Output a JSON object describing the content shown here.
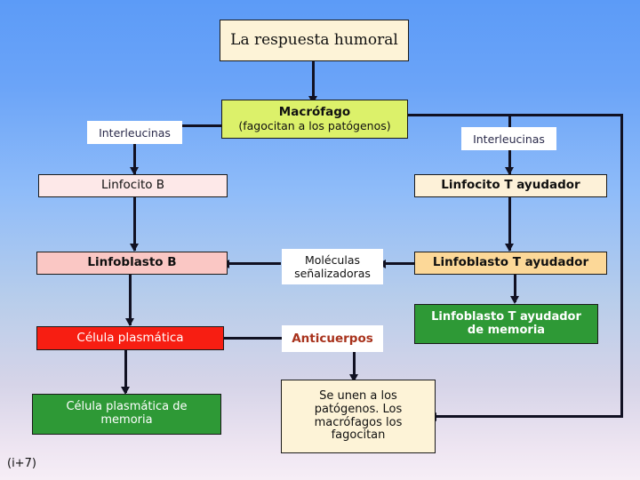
{
  "slide": {
    "title_box": {
      "label": "La respuesta humoral",
      "bg": "#fdf3d7",
      "border": "#1a1a1a",
      "text_color": "#101010"
    },
    "corner_note": "(i+7)",
    "background": {
      "top_color": "#5c9bf7",
      "bottom_color": "#f6eef6"
    },
    "nodes": [
      {
        "id": "macrofago",
        "line1": "Macrófago",
        "line2": "(fagocitan a los patógenos)",
        "bg": "#dcf16a",
        "text_color": "#101010"
      },
      {
        "id": "interleucinas-left",
        "label": "Interleucinas",
        "bg": "#ffffff",
        "text_color": "#2a2a4a"
      },
      {
        "id": "interleucinas-right",
        "label": "Interleucinas",
        "bg": "#ffffff",
        "text_color": "#2a2a4a"
      },
      {
        "id": "linfocito-b",
        "label": "Linfocito B",
        "bg": "#fde8e8",
        "text_color": "#101010"
      },
      {
        "id": "linfocito-t-ayudador",
        "label": "Linfocito T ayudador",
        "bg": "#fdf1d8",
        "text_color": "#101010"
      },
      {
        "id": "linfoblasto-b",
        "label": "Linfoblasto B",
        "bg": "#fac7c4",
        "text_color": "#101010"
      },
      {
        "id": "moleculas-senalizadoras",
        "label": "Moléculas\nseñalizadoras",
        "bg": "#ffffff",
        "text_color": "#101010"
      },
      {
        "id": "linfoblasto-t-ayudador",
        "label": "Linfoblasto  T ayudador",
        "bg": "#fcd898",
        "text_color": "#101010"
      },
      {
        "id": "linfoblasto-t-ayudador-memoria",
        "label": "Linfoblasto  T ayudador\nde memoria",
        "bg": "#2e9936",
        "text_color": "#ffffff"
      },
      {
        "id": "celula-plasmatica",
        "label": "Célula plasmática",
        "bg": "#f71e12",
        "text_color": "#ffffff"
      },
      {
        "id": "anticuerpos",
        "label": "Anticuerpos",
        "bg": "#ffffff",
        "text_color": "#a8321c"
      },
      {
        "id": "celula-plasmatica-memoria",
        "label": "Célula plasmática de\nmemoria",
        "bg": "#2e9936",
        "text_color": "#ffffff"
      },
      {
        "id": "se-unen-patogenos",
        "label": "Se unen a los\npatógenos. Los\nmacrófagos los\nfagocitan",
        "bg": "#fdf3d7",
        "text_color": "#101010"
      }
    ]
  }
}
